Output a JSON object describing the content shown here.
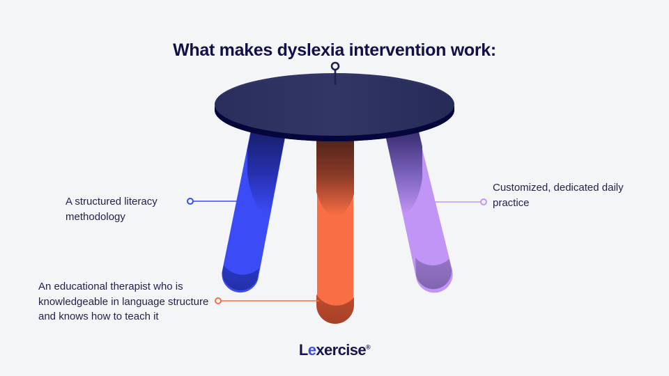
{
  "page": {
    "background_color": "#f4f5f7",
    "title": "What makes dyslexia intervention work:"
  },
  "illustration": {
    "name": "three-legged-stool",
    "seat_top_color": "#2d3160",
    "seat_rim_color": "#05063b",
    "pin_color": "#1d2152",
    "legs": [
      {
        "id": "left-leg",
        "label_ref": "structured-literacy",
        "color": "#3b4bf5",
        "shade_top_color": "#1b2374",
        "shade_bottom_color": "#2b38c8"
      },
      {
        "id": "center-leg",
        "label_ref": "educational-therapist",
        "color": "#fa6e46",
        "shade_top_color": "#4a2219",
        "shade_bottom_color": "#b9472c"
      },
      {
        "id": "right-leg",
        "label_ref": "daily-practice",
        "color": "#c195f5",
        "shade_top_color": "#3a2a6e",
        "shade_bottom_color": "#8e6fc4"
      }
    ]
  },
  "callouts": [
    {
      "id": "structured-literacy",
      "text": "A structured literacy methodology",
      "connector_color": "#3b4bf5",
      "side": "left"
    },
    {
      "id": "educational-therapist",
      "text": "An educational therapist who is knowledgeable in language structure and knows how to teach it",
      "connector_color": "#fa6e46",
      "side": "left"
    },
    {
      "id": "daily-practice",
      "text": "Customized, dedicated daily practice",
      "connector_color": "#c195f5",
      "side": "right"
    }
  ],
  "logo": {
    "prefix": "L",
    "accent_letter": "e",
    "suffix": "xercise",
    "registered_mark": "®",
    "accent_color": "#3f4cf0",
    "text_color": "#151548"
  }
}
